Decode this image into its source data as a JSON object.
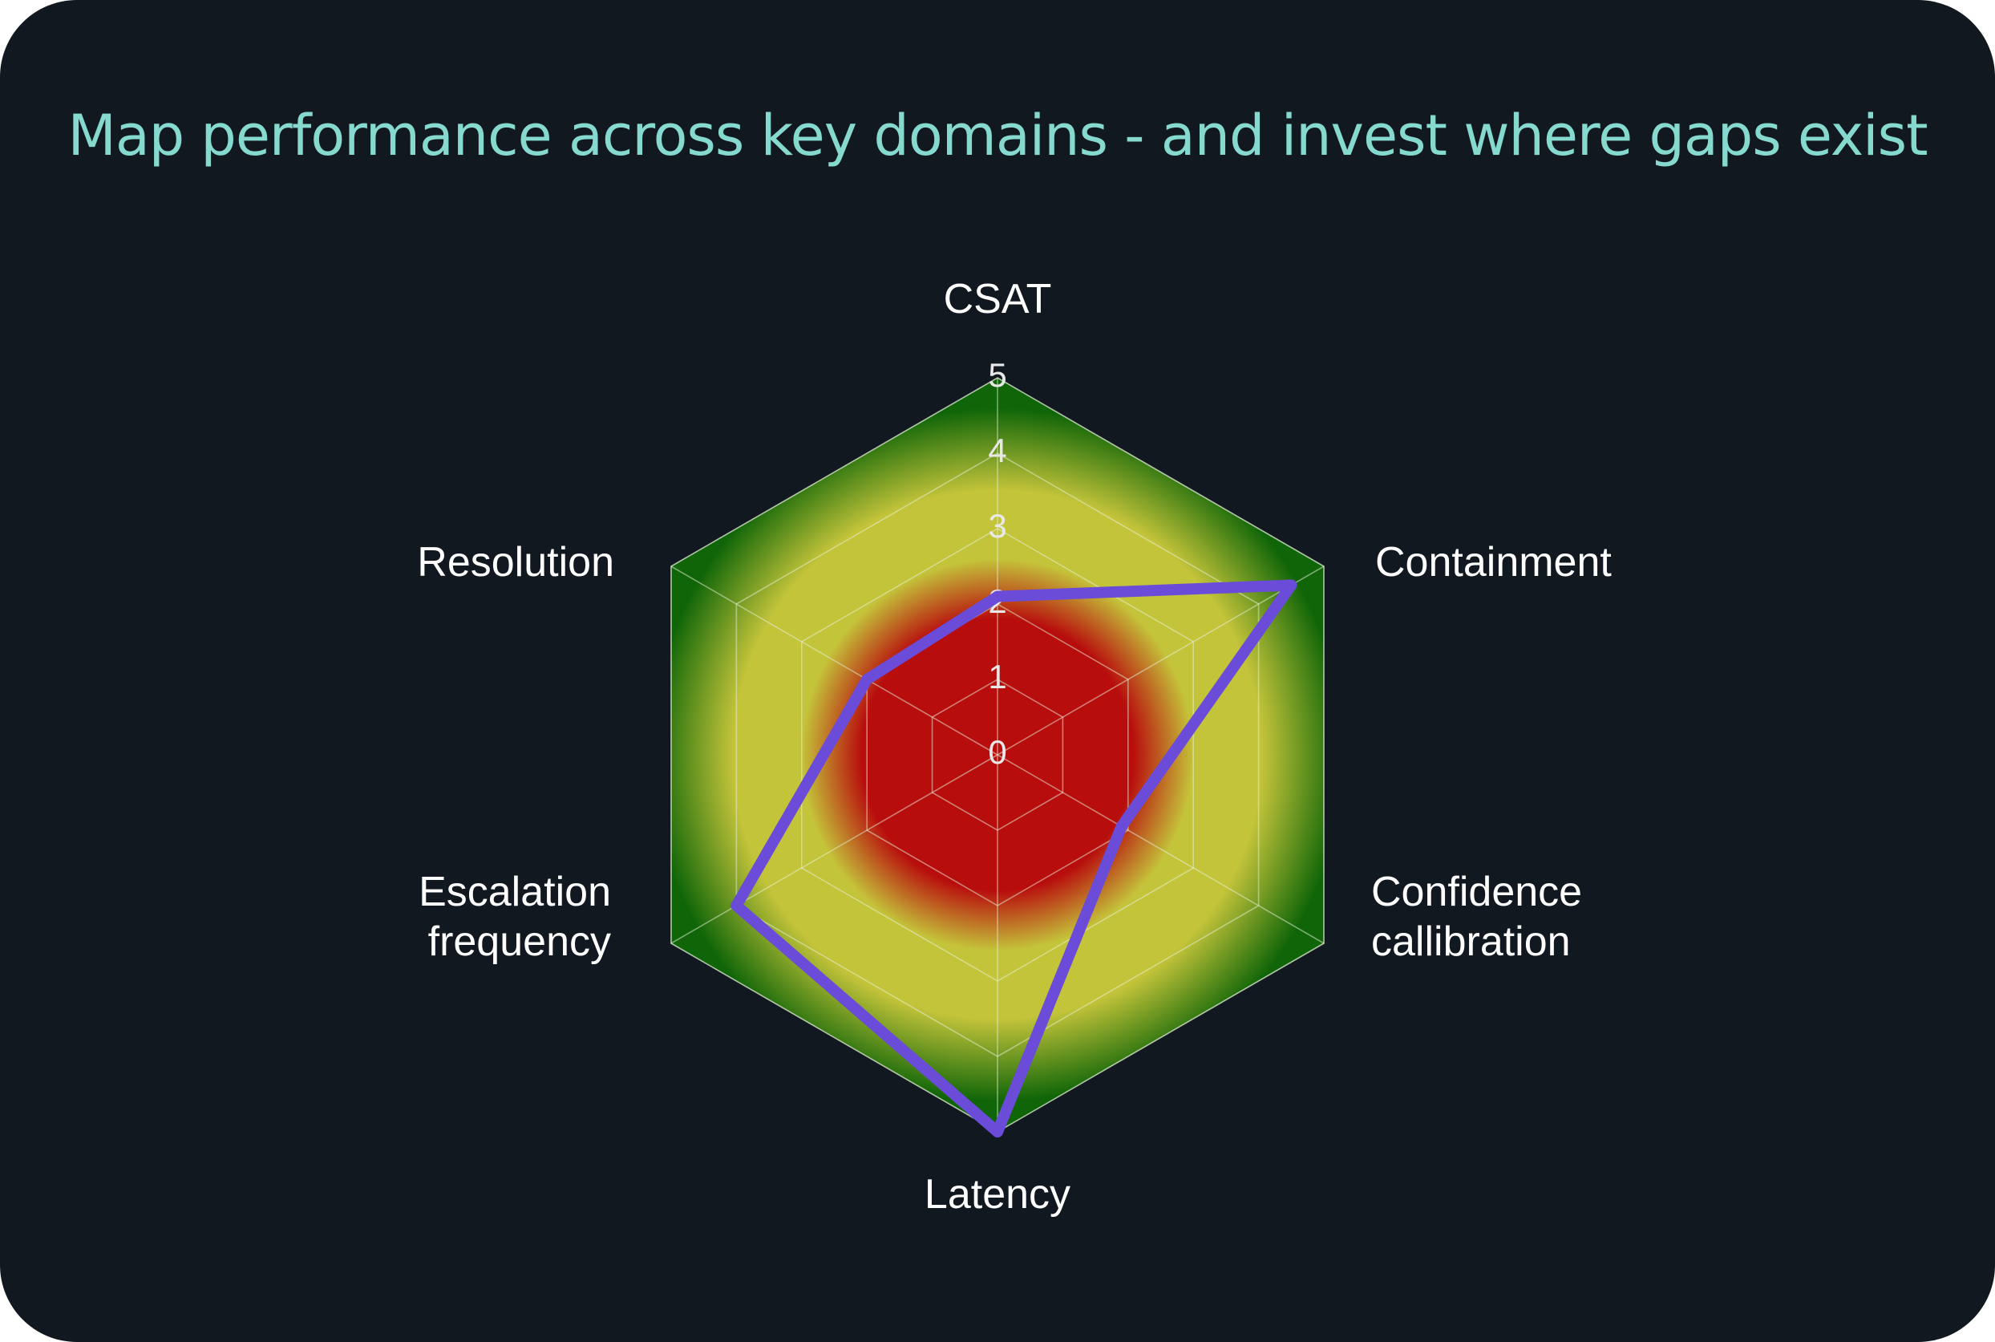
{
  "title": "Map performance across key domains - and invest where gaps exist",
  "colors": {
    "background": "#111820",
    "title": "#86d9cf",
    "series": "#6a4cd8",
    "grid": "#e6f2da",
    "zone_low": "#b80d0d",
    "zone_mid": "#c4c43a",
    "zone_high": "#0f6508"
  },
  "chart_data": {
    "type": "radar",
    "axes": [
      {
        "label": [
          "CSAT"
        ]
      },
      {
        "label": [
          "Containment"
        ]
      },
      {
        "label": [
          "Confidence",
          "callibration"
        ]
      },
      {
        "label": [
          "Latency"
        ]
      },
      {
        "label": [
          "Escalation",
          "frequency"
        ]
      },
      {
        "label": [
          "Resolution"
        ]
      }
    ],
    "rlim": [
      0,
      5
    ],
    "ticks": [
      "0",
      "1",
      "2",
      "3",
      "4",
      "5"
    ],
    "series": [
      {
        "values": [
          2.1,
          4.5,
          1.9,
          5.0,
          4.0,
          2.0
        ]
      }
    ],
    "grid": true,
    "legend": false
  }
}
